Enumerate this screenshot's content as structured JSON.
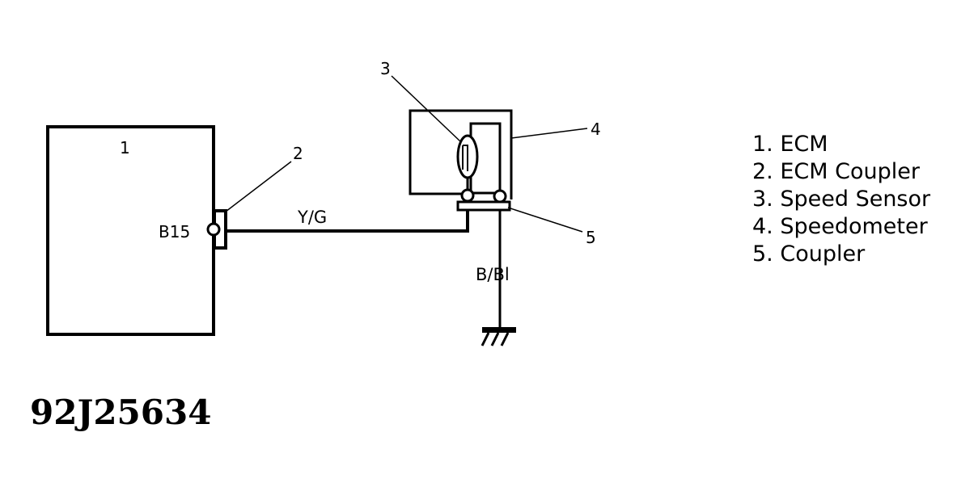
{
  "callouts": {
    "ecm": "1",
    "ecm_coupler": "2",
    "speed_sensor": "3",
    "speedometer": "4",
    "coupler": "5"
  },
  "pin_label": "B15",
  "wires": {
    "signal": "Y/G",
    "ground": "B/Bl"
  },
  "legend": [
    "1. ECM",
    "2. ECM Coupler",
    "3. Speed Sensor",
    "4. Speedometer",
    "5. Coupler"
  ],
  "figure_id": "92J25634"
}
